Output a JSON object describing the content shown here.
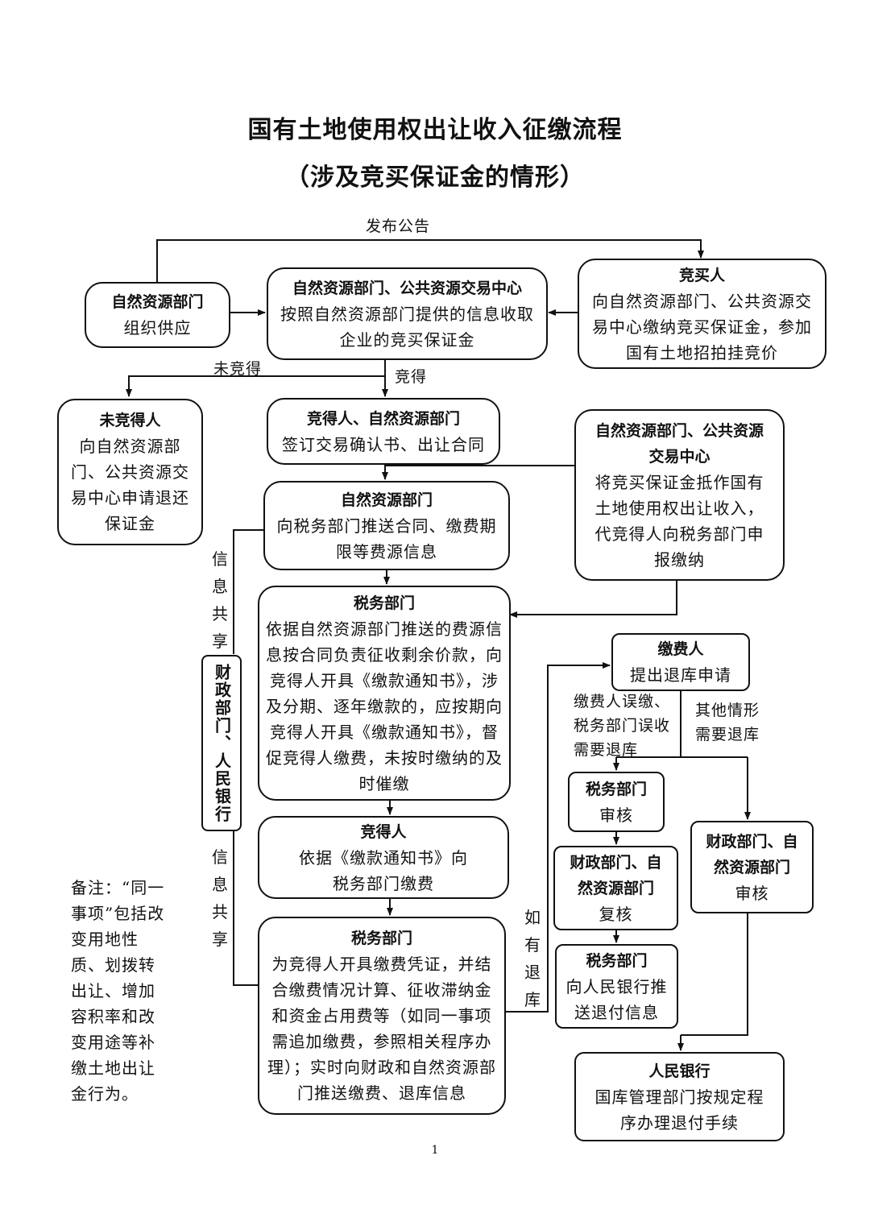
{
  "title": "国有土地使用权出让收入征缴流程",
  "subtitle": "（涉及竞买保证金的情形）",
  "labels": {
    "publish": "发布公告",
    "not_won": "未竞得",
    "won": "竞得",
    "info_share_top": "信息共享",
    "info_share_bottom": "信息共享",
    "refund_if": "如有退库",
    "mistake_reason": "缴费人误缴、税务部门误收需要退库",
    "other_reason": "其他情形需要退库"
  },
  "boxes": {
    "supply": {
      "head": "自然资源部门",
      "body": "组织供应"
    },
    "center": {
      "head": "自然资源部门、公共资源交易中心",
      "body": "按照自然资源部门提供的信息收取企业的竞买保证金"
    },
    "bidder": {
      "head": "竞买人",
      "body": "向自然资源部门、公共资源交易中心缴纳竞买保证金，参加国有土地招拍挂竞价"
    },
    "loser": {
      "head": "未竞得人",
      "body": "向自然资源部门、公共资源交易中心申请退还保证金"
    },
    "winner_sign": {
      "head": "竞得人、自然资源部门",
      "body": "签订交易确认书、出让合同"
    },
    "offset": {
      "head": "自然资源部门、公共资源交易中心",
      "body": "将竞买保证金抵作国有土地使用权出让收入，代竞得人向税务部门申报缴纳"
    },
    "push_info": {
      "head": "自然资源部门",
      "body": "向税务部门推送合同、缴费期限等费源信息"
    },
    "tax_collect": {
      "head": "税务部门",
      "body": "依据自然资源部门推送的费源信息按合同负责征收剩余价款，向竞得人开具《缴款通知书》，涉及分期、逐年缴款的，应按期向竞得人开具《缴款通知书》，督促竞得人缴费，未按时缴纳的及时催缴"
    },
    "winner_pay": {
      "head": "竞得人",
      "body": "依据《缴款通知书》向税务部门缴费"
    },
    "tax_voucher": {
      "head": "税务部门",
      "body": "为竞得人开具缴费凭证，并结合缴费情况计算、征收滞纳金和资金占用费等（如同一事项需追加缴费，参照相关程序办理）；实时向财政和自然资源部门推送缴费、退库信息"
    },
    "payer_refund": {
      "head": "缴费人",
      "body": "提出退库申请"
    },
    "tax_review": {
      "head": "税务部门",
      "body": "审核"
    },
    "fin_recheck": {
      "head": "财政部门、自然资源部门",
      "body": "复核"
    },
    "tax_push_bank": {
      "head": "税务部门",
      "body": "向人民银行推送退付信息"
    },
    "fin_review": {
      "head": "财政部门、自然资源部门",
      "body": "审核"
    },
    "pboc": {
      "head": "人民银行",
      "body": "国库管理部门按规定程序办理退付手续"
    }
  },
  "side_box": "财政部门、人民银行",
  "note": "备注：“同一事项”包括改变用地性质、划拨转出让、增加容积率和改变用途等补缴土地出让金行为。",
  "page_number": "1"
}
